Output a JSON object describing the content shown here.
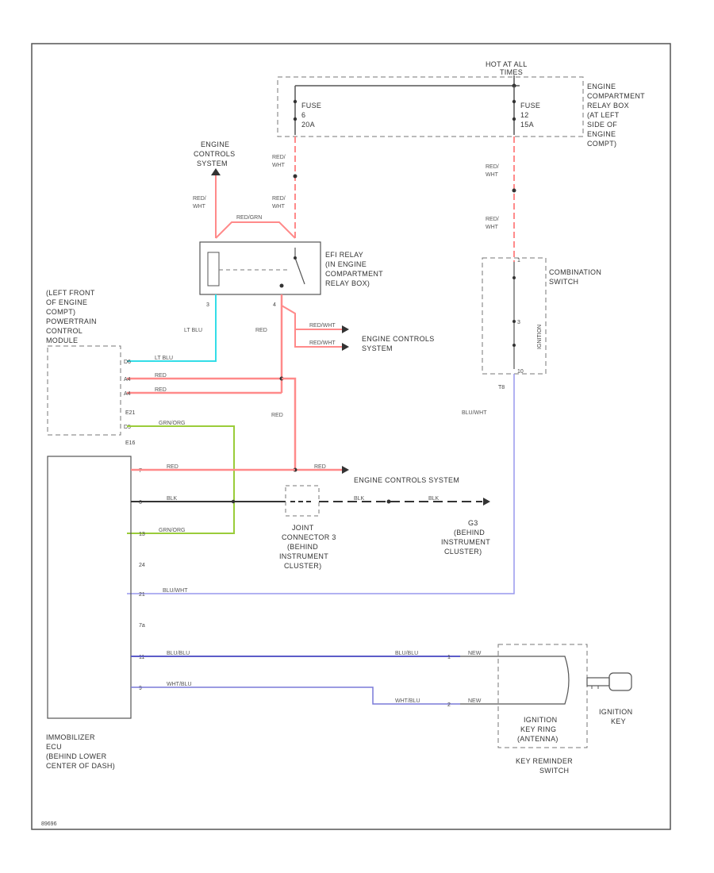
{
  "colors": {
    "red": "#ff8a8a",
    "lt_blu": "#33dde8",
    "grn_org": "#9acc3a",
    "blu_wht": "#9898ee",
    "blu_blu": "#5c5cc8",
    "wht_blu": "#7a7ad8",
    "blk": "#333333",
    "outline": "#555555",
    "dashed": "#777777"
  },
  "labels": {
    "hot_at_all": "HOT AT ALL",
    "times": "TIMES",
    "ecrb": [
      "ENGINE",
      "COMPARTMENT",
      "RELAY BOX",
      "(AT LEFT",
      "SIDE OF",
      "ENGINE",
      "COMPT)"
    ],
    "fuse": "FUSE",
    "fuse1_num": "6",
    "fuse1_amp": "20A",
    "fuse2_num": "12",
    "fuse2_amp": "15A",
    "ecs_top": [
      "ENGINE",
      "CONTROLS",
      "SYSTEM"
    ],
    "wire_red_wht": [
      "RED/",
      "WHT"
    ],
    "red_grn": "RED/GRN",
    "efi_relay": [
      "EFI RELAY",
      "(IN ENGINE",
      "COMPARTMENT",
      "RELAY BOX)"
    ],
    "relay_pin3": "3",
    "relay_pin4": "4",
    "lt_blu": "LT BLU",
    "red": "RED",
    "red_wht": "RED/WHT",
    "ecs_mid": [
      "ENGINE CONTROLS",
      "SYSTEM"
    ],
    "pcm": [
      "(LEFT FRONT",
      "OF ENGINE",
      "COMPT)",
      "POWERTRAIN",
      "CONTROL",
      "MODULE"
    ],
    "pcm_pins": [
      "D6",
      "A4",
      "A4"
    ],
    "pcm_conn1": "E21",
    "pcm_pin_d5": "D5",
    "pcm_conn2": "E16",
    "grn_org": "GRN/ORG",
    "combo_switch": [
      "COMBINATION",
      "SWITCH"
    ],
    "ignition_label": "IGNITION",
    "combo_pins": [
      "1",
      "3",
      "10"
    ],
    "t8": "T8",
    "blu_wht": "BLU/WHT",
    "ecs_bottom": "ENGINE CONTROLS SYSTEM",
    "imm_pins": [
      "7",
      "6",
      "13",
      "24",
      "21",
      "7a",
      "11",
      "9"
    ],
    "blk": "BLK",
    "joint_connector": [
      "JOINT",
      "CONNECTOR 3",
      "(BEHIND",
      "INSTRUMENT",
      "CLUSTER)"
    ],
    "g_label": [
      "G3",
      "(BEHIND",
      "INSTRUMENT",
      "CLUSTER)"
    ],
    "blu_blu": "BLU/BLU",
    "wht_blu": "WHT/BLU",
    "immobilizer": [
      "IMMOBILIZER",
      "ECU",
      "(BEHIND LOWER",
      "CENTER OF DASH)"
    ],
    "key_pins": [
      "1",
      "2"
    ],
    "key_wire": "NEW",
    "ign_key_ring": [
      "IGNITION",
      "KEY RING",
      "(ANTENNA)"
    ],
    "key_reminder": [
      "KEY REMINDER",
      "SWITCH"
    ],
    "ign_key": [
      "IGNITION",
      "KEY"
    ],
    "footer_code": "89696"
  }
}
